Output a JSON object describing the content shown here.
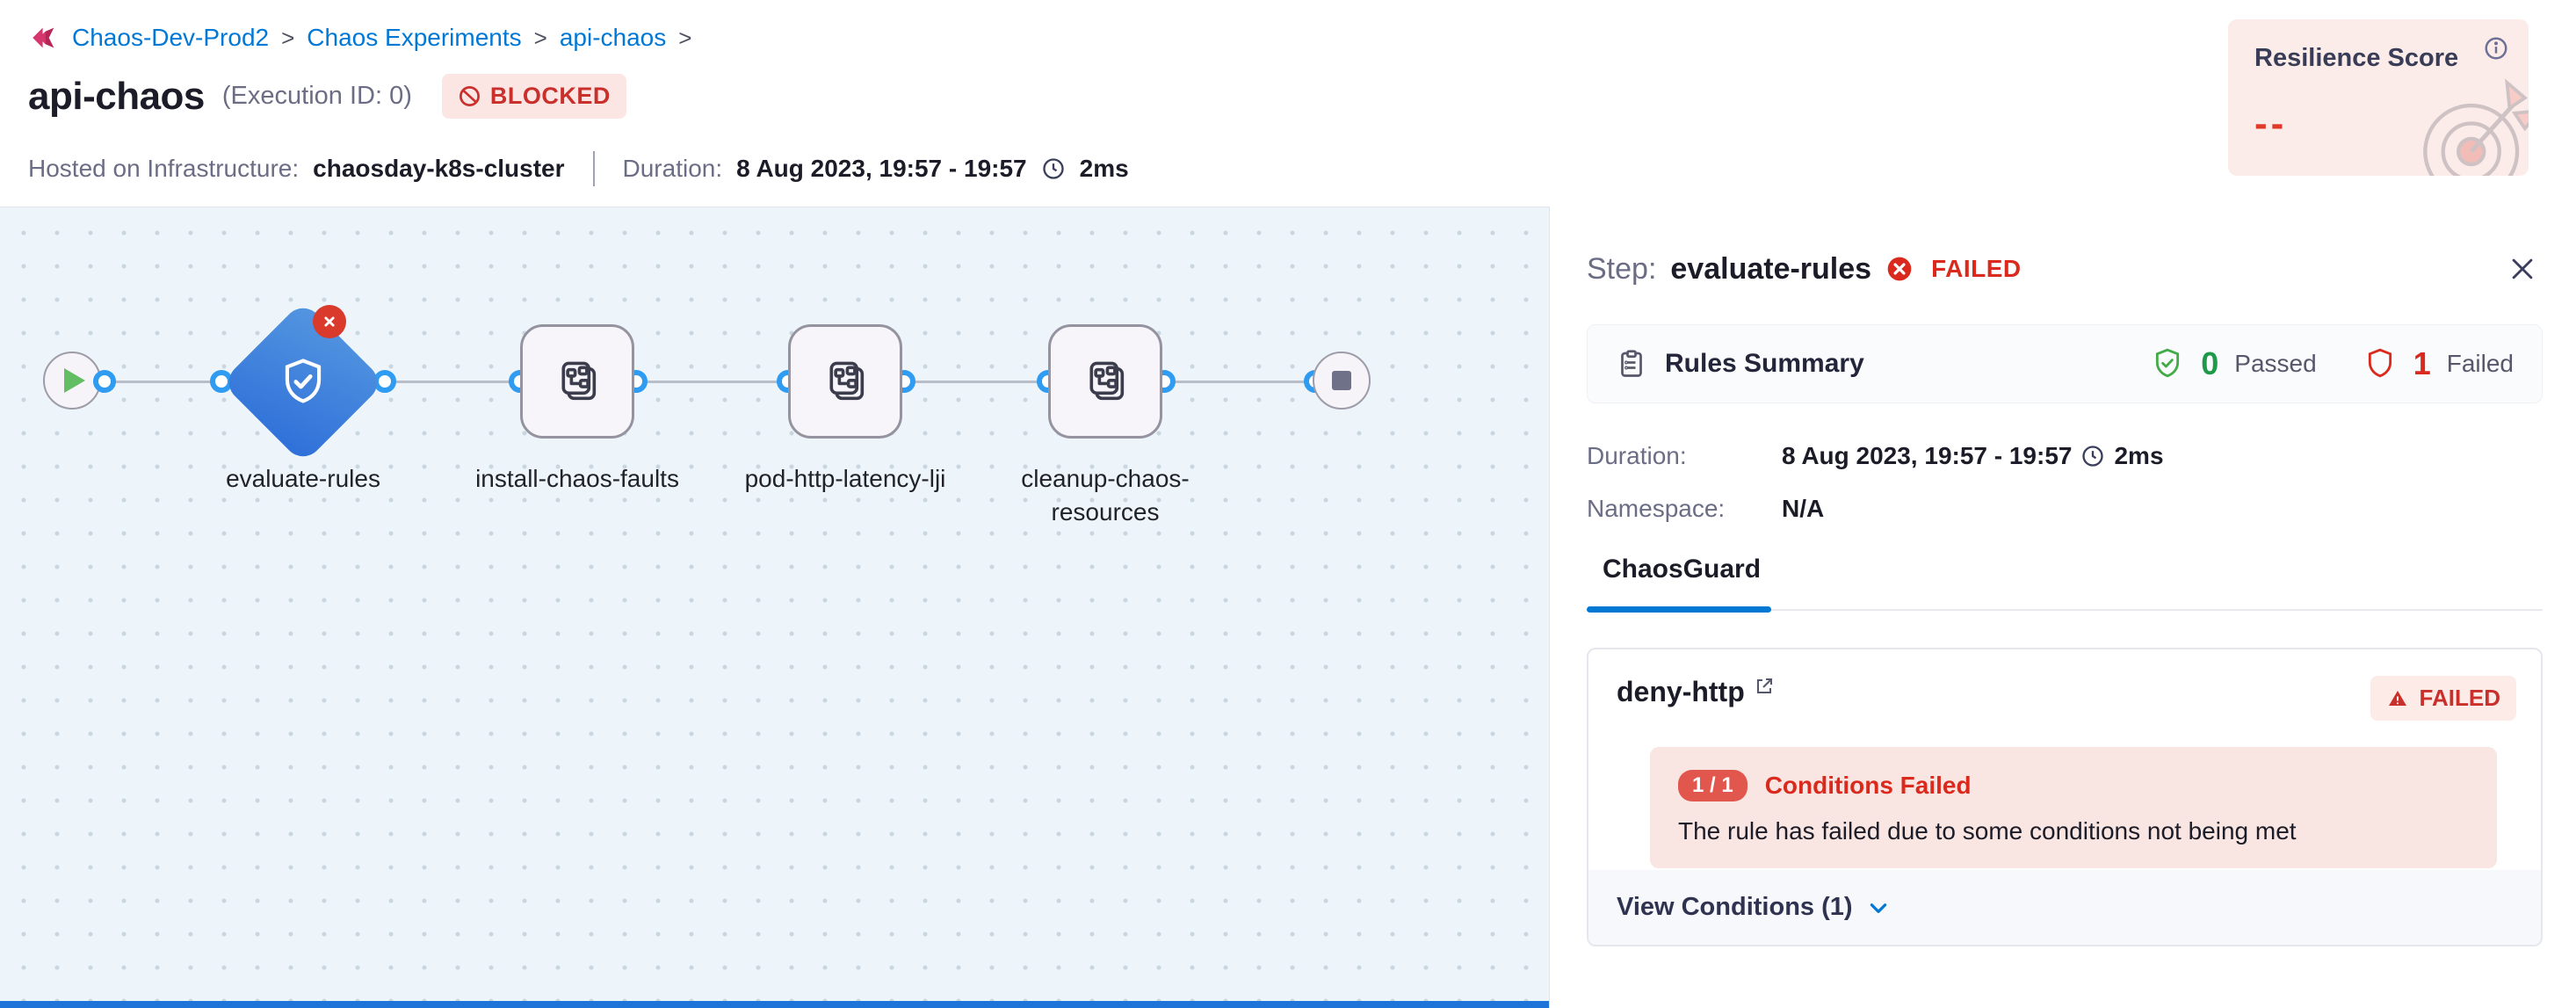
{
  "colors": {
    "accent_blue": "#0278d5",
    "error_red": "#da291d",
    "success_green": "#1e9a4a",
    "blocked_badge_bg": "#fbe6e4",
    "resilience_bg": "#fcece9",
    "canvas_bg": "#edf5fa",
    "diamond_blue": "#2e6fd9"
  },
  "breadcrumb": {
    "separator": ">",
    "items": [
      "Chaos-Dev-Prod2",
      "Chaos Experiments",
      "api-chaos"
    ]
  },
  "header": {
    "title": "api-chaos",
    "execution_id": "(Execution ID: 0)",
    "status_badge": "BLOCKED",
    "infra_label": "Hosted on Infrastructure:",
    "infra_value": "chaosday-k8s-cluster",
    "duration_label": "Duration:",
    "duration_value": "8 Aug 2023, 19:57 - 19:57",
    "duration_ms": "2ms"
  },
  "resilience": {
    "title": "Resilience Score",
    "value": "--"
  },
  "pipeline": {
    "nodes": [
      {
        "id": "start",
        "type": "start"
      },
      {
        "id": "evaluate-rules",
        "type": "guard",
        "label": "evaluate-rules",
        "status": "failed"
      },
      {
        "id": "install-chaos-faults",
        "type": "step",
        "label": "install-chaos-faults"
      },
      {
        "id": "pod-http-latency-lji",
        "type": "step",
        "label": "pod-http-latency-lji"
      },
      {
        "id": "cleanup-chaos-resources",
        "type": "step",
        "label": "cleanup-chaos-resources"
      },
      {
        "id": "end",
        "type": "end"
      }
    ]
  },
  "panel": {
    "step_label": "Step:",
    "step_name": "evaluate-rules",
    "status": "FAILED",
    "rules_summary": {
      "title": "Rules Summary",
      "passed_count": "0",
      "passed_label": "Passed",
      "failed_count": "1",
      "failed_label": "Failed"
    },
    "duration_label": "Duration:",
    "duration_value": "8 Aug 2023, 19:57 - 19:57",
    "duration_ms": "2ms",
    "namespace_label": "Namespace:",
    "namespace_value": "N/A",
    "tab": "ChaosGuard",
    "rule_card": {
      "name": "deny-http",
      "status": "FAILED",
      "conditions_ratio": "1 / 1",
      "conditions_title": "Conditions Failed",
      "conditions_message": "The rule has failed due to some conditions not being met",
      "footer": "View Conditions (1)"
    }
  }
}
